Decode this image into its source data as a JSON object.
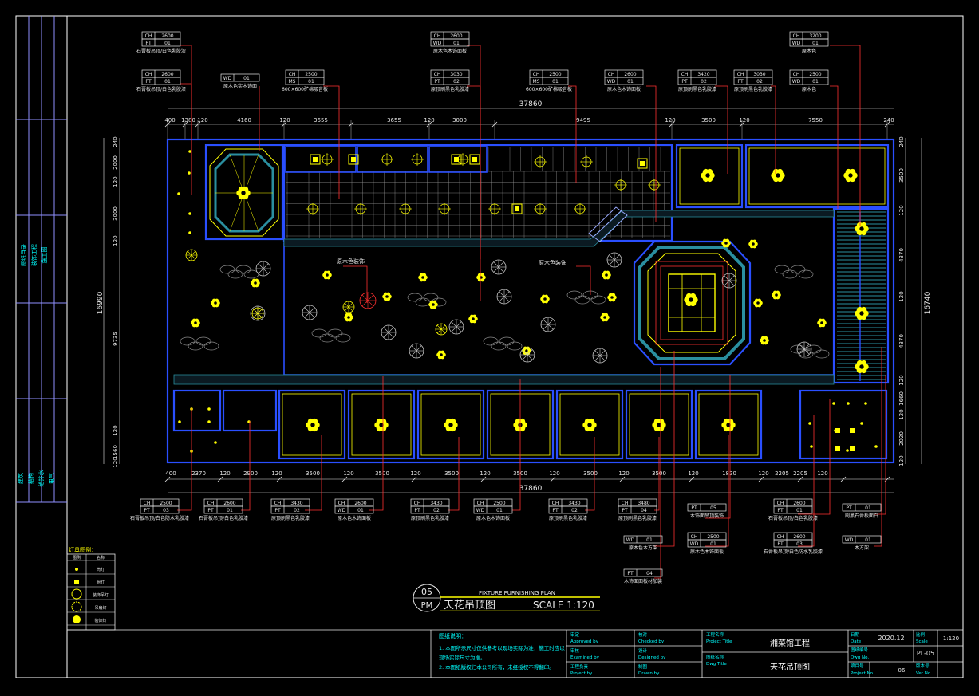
{
  "drawing": {
    "plan_number": "05",
    "plan_code": "PM",
    "plan_title_en": "FIXTURE FURNISHING PLAN",
    "plan_title_cn": "天花吊顶图",
    "scale": "SCALE 1:120"
  },
  "dimensions": {
    "top_total": "37860",
    "bottom_total": "37860",
    "top_segments": [
      "400",
      "1380",
      "120",
      "4160",
      "120",
      "3655",
      "3655",
      "120",
      "3000",
      "9495",
      "120",
      "3500",
      "120",
      "7550",
      "240"
    ],
    "bottom_segments": [
      "400",
      "2370",
      "120",
      "2900",
      "120",
      "3500",
      "120",
      "3500",
      "120",
      "3500",
      "120",
      "3500",
      "120",
      "3500",
      "120",
      "3500",
      "120",
      "1820",
      "120",
      "2205",
      "2205",
      "120"
    ],
    "left_total": "16990",
    "left_segments": [
      "240",
      "2000",
      "120",
      "3000",
      "120",
      "9735",
      "120",
      "1560",
      "120"
    ],
    "right_total": "16740",
    "right_segments": [
      "240",
      "3500",
      "120",
      "4370",
      "120",
      "4370",
      "120",
      "1660",
      "120",
      "2020",
      "120"
    ]
  },
  "room_labels": {
    "arch_label": "原木色装饰",
    "left_label": "原木色装饰"
  },
  "tags_top": [
    {
      "r1": [
        "CH",
        "2600"
      ],
      "r2": [
        "PT",
        "01"
      ],
      "desc": "石膏板吊顶/白色乳胶漆"
    },
    {
      "r1": [
        "CH",
        "2600"
      ],
      "r2": [
        "PT",
        "01"
      ],
      "desc": "石膏板吊顶/白色乳胶漆"
    },
    {
      "r1": [
        "WD",
        "01"
      ],
      "r2": null,
      "desc": "原木色实木饰面"
    },
    {
      "r1": [
        "CH",
        "2500"
      ],
      "r2": [
        "MS",
        "01"
      ],
      "desc": "600×600矿棉吸音板"
    },
    {
      "r1": [
        "CH",
        "2600"
      ],
      "r2": [
        "WD",
        "01"
      ],
      "desc": "原木色木饰面板"
    },
    {
      "r1": [
        "CH",
        "3030"
      ],
      "r2": [
        "PT",
        "02"
      ],
      "desc": "原顶刷黑色乳胶漆"
    },
    {
      "r1": [
        "CH",
        "2500"
      ],
      "r2": [
        "MS",
        "01"
      ],
      "desc": "600×600矿棉吸音板"
    },
    {
      "r1": [
        "CH",
        "2600"
      ],
      "r2": [
        "WD",
        "01"
      ],
      "desc": "原木色木饰面板"
    },
    {
      "r1": [
        "CH",
        "3420"
      ],
      "r2": [
        "PT",
        "02"
      ],
      "desc": "原顶刷黑色乳胶漆"
    },
    {
      "r1": [
        "CH",
        "3030"
      ],
      "r2": [
        "PT",
        "02"
      ],
      "desc": "原顶刷黑色乳胶漆"
    },
    {
      "r1": [
        "CH",
        "3200"
      ],
      "r2": [
        "WD",
        "01"
      ],
      "desc": "原木色"
    },
    {
      "r1": [
        "CH",
        "2500"
      ],
      "r2": [
        "WD",
        "01"
      ],
      "desc": "原木色"
    }
  ],
  "tags_bottom": [
    {
      "r1": [
        "CH",
        "2500"
      ],
      "r2": [
        "PT",
        "03"
      ],
      "desc": "石膏板吊顶/白色防水乳胶漆"
    },
    {
      "r1": [
        "CH",
        "2600"
      ],
      "r2": [
        "PT",
        "01"
      ],
      "desc": "石膏板吊顶/白色乳胶漆"
    },
    {
      "r1": [
        "CH",
        "3430"
      ],
      "r2": [
        "PT",
        "02"
      ],
      "desc": "原顶刷黑色乳胶漆"
    },
    {
      "r1": [
        "CH",
        "2600"
      ],
      "r2": [
        "WD",
        "01"
      ],
      "desc": "原木色木饰面板"
    },
    {
      "r1": [
        "CH",
        "3430"
      ],
      "r2": [
        "PT",
        "02"
      ],
      "desc": "原顶刷黑色乳胶漆"
    },
    {
      "r1": [
        "CH",
        "2500"
      ],
      "r2": [
        "WD",
        "01"
      ],
      "desc": "原木色木饰面板"
    },
    {
      "r1": [
        "CH",
        "3430"
      ],
      "r2": [
        "PT",
        "02"
      ],
      "desc": "原顶刷黑色乳胶漆"
    },
    {
      "r1": [
        "CH",
        "3480"
      ],
      "r2": [
        "PT",
        "04"
      ],
      "desc": "原顶刷黑色乳胶漆"
    },
    {
      "r1": [
        "PT",
        "05"
      ],
      "r2": null,
      "desc": "木饰面吊顶装饰"
    },
    {
      "r1": [
        "CH",
        "2600"
      ],
      "r2": [
        "PT",
        "01"
      ],
      "desc": "石膏板吊顶/白色乳胶漆"
    },
    {
      "r1": [
        "PT",
        "01"
      ],
      "r2": null,
      "desc": "刷黑石膏板面白"
    },
    {
      "r1": [
        "WD",
        "01"
      ],
      "r2": null,
      "desc": "木方架"
    },
    {
      "r1": [
        "CH",
        "2500"
      ],
      "r2": [
        "WD",
        "01"
      ],
      "desc": "原木色木饰面板"
    },
    {
      "r1": [
        "CH",
        "2600"
      ],
      "r2": [
        "PT",
        "03"
      ],
      "desc": "石膏板吊顶/白色防水乳胶漆"
    },
    {
      "r1": [
        "WD",
        "01"
      ],
      "r2": null,
      "desc": "原木色木方架"
    },
    {
      "r1": [
        "PT",
        "04"
      ],
      "r2": null,
      "desc": "木饰面面板材加装"
    }
  ],
  "legend": {
    "title": "灯具图例：",
    "header": [
      "图例",
      "名称"
    ],
    "rows": [
      "筒灯",
      "射灯",
      "装饰吊灯",
      "吊扇灯",
      "装饰灯"
    ]
  },
  "left_strip": {
    "upper": [
      "图纸目录",
      "装饰工程",
      "施工图"
    ],
    "lower": [
      "建筑",
      "结构",
      "给排水",
      "电气"
    ]
  },
  "title_block": {
    "notes_title": "图纸说明：",
    "notes": [
      "1. 本图所示尺寸仅供参考以现场实际为准，施工时应以",
      "现场实际尺寸为准。",
      "2. 本图纸版权归本公司所有，未经授权不得翻印。"
    ],
    "approved_cn": "审定",
    "approved_en": "Approved by",
    "examined_cn": "审核",
    "examined_en": "Examined by",
    "manager_cn": "工程负责",
    "manager_en": "Project by",
    "checked_cn": "校对",
    "checked_en": "Checked by",
    "designed_cn": "设计",
    "designed_en": "Designed by",
    "drawn_cn": "制图",
    "drawn_en": "Drawn by",
    "project_cn": "工程名称",
    "project_en": "Project Title",
    "project_value": "湘菜馆工程",
    "dwg_cn": "图纸名称",
    "dwg_en": "Dwg Title",
    "dwg_value": "天花吊顶图",
    "date_cn": "日期",
    "date_en": "Date",
    "date_value": "2020.12",
    "scale_cn": "比例",
    "scale_en": "Scale",
    "scale_value": "1:120",
    "dwgno_cn": "图纸编号",
    "dwgno_en": "Dwg No.",
    "dwgno_value": "PL-05",
    "projno_cn": "项目号",
    "projno_en": "Project No.",
    "projno_value": "06",
    "ver_cn": "版本号",
    "ver_en": "Ver No."
  },
  "colors": {
    "frame": "#ffffff",
    "title_cyan": "#00ffff",
    "dim": "#ff3030",
    "fixture": "#ffff00",
    "wall": "#2a4fff",
    "leader": "#ff3030"
  }
}
